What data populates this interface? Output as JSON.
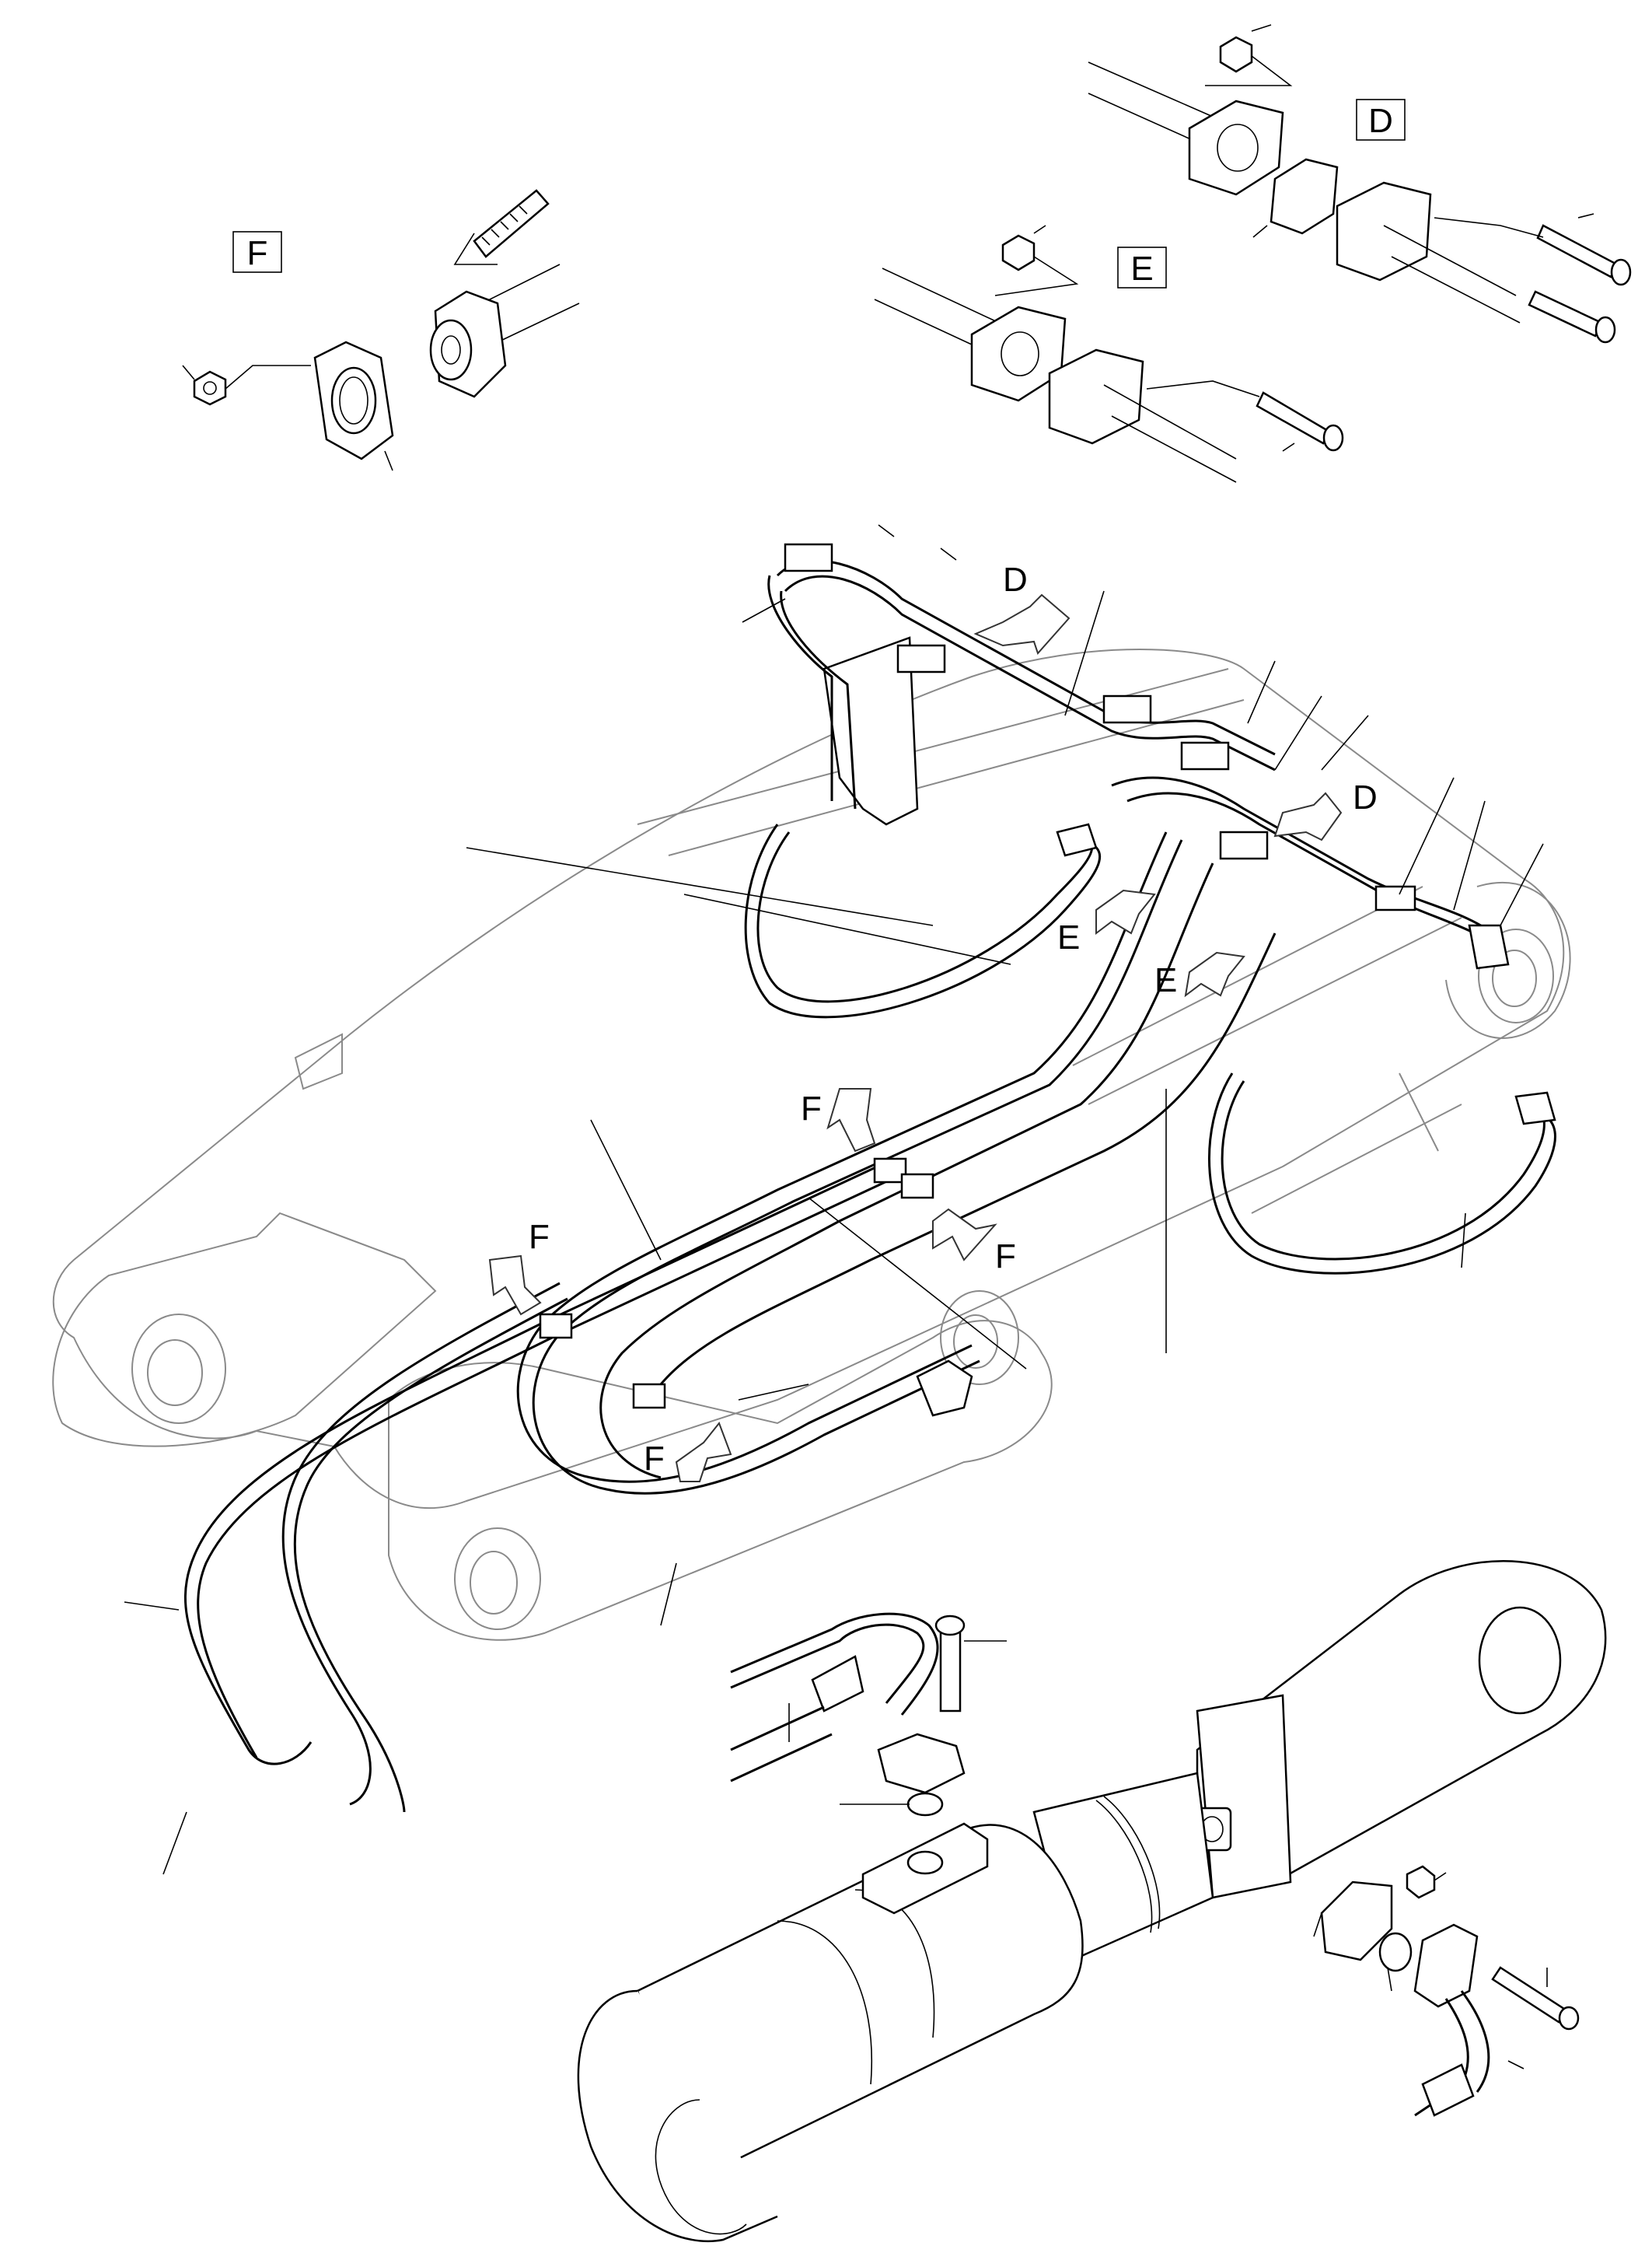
{
  "detail_views": [
    {
      "id": "F",
      "label": "F"
    },
    {
      "id": "E",
      "label": "E"
    },
    {
      "id": "D",
      "label": "D"
    }
  ],
  "callout_labels": {
    "d_upper": "D",
    "d_mid": "D",
    "e_left": "E",
    "e_right": "E",
    "f_top": "F",
    "f_left": "F",
    "f_right": "F",
    "f_bottom": "F"
  }
}
